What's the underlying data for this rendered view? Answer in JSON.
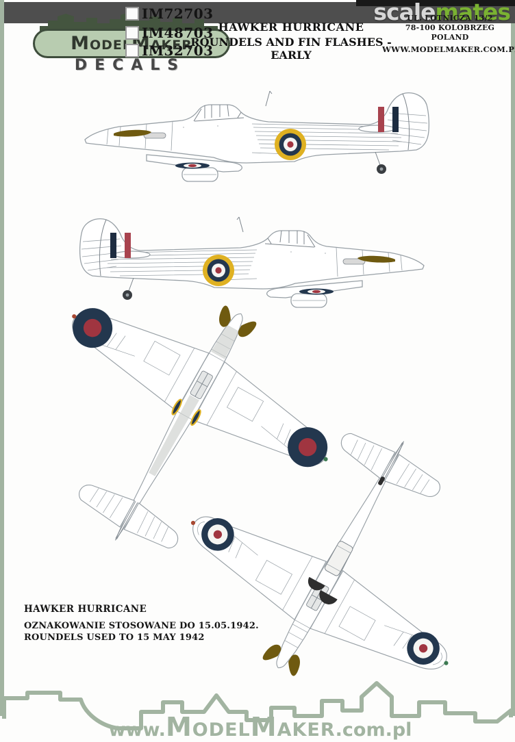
{
  "watermark": {
    "text_gray": "scale",
    "text_green": "mates"
  },
  "logo": {
    "brand": "ModelMaker",
    "subtitle": "DECALS"
  },
  "header": {
    "product_codes": [
      {
        "code": "IM72703"
      },
      {
        "code": "IM48703"
      },
      {
        "code": "IM32703"
      }
    ],
    "title_line1": "HAWKER HURRICANE",
    "title_line2": "ROUNDELS AND FIN FLASHES - EARLY",
    "address_lines": [
      "UL. LOTNICZA 13/2",
      "78-100 KOLOBRZEG",
      "POLAND",
      "WWW.MODELMAKER.COM.PL"
    ]
  },
  "note": {
    "line1": "HAWKER HURRICANE",
    "line2": "OZNAKOWANIE STOSOWANE DO 15.05.1942.",
    "line3": "ROUNDELS USED TO 15 MAY 1942"
  },
  "footer": {
    "url_prefix": "www.",
    "url_brand": "ModelMaker",
    "url_suffix": ".com.pl"
  },
  "figures": [
    {
      "view": "side profile, nose left",
      "markings": "fuselage roundel yellow-blue-white-red, fin flash red-white-blue"
    },
    {
      "view": "side profile, nose right",
      "markings": "fuselage roundel yellow-blue-white-red, fin flash blue-white-red"
    },
    {
      "view": "upper plan view, rotated",
      "markings": "type B wing roundels blue-red"
    },
    {
      "view": "lower plan view, rotated",
      "markings": "type A wing roundels blue-white-red"
    }
  ],
  "colors": {
    "frame_green": "#a2b4a1",
    "logo_green_dark": "#44553f",
    "logo_green_light": "#b8ccb0",
    "band_gray": "#4e4e4e",
    "band_black": "#191919",
    "watermark_gray": "#d7d7d7",
    "watermark_green": "#7ab232",
    "ink": "#1c1c1c",
    "line_art": "#98a0a6",
    "line_art_dark": "#7d858c",
    "roundel_yellow": "#dfb122",
    "roundel_navy": "#23374e",
    "roundel_red": "#a03540",
    "roundel_white": "#f5f5f2",
    "fin_red": "#a8434e",
    "fin_navy": "#1d2c40",
    "prop_brown": "#6f5a10",
    "tyre_dark": "#3a3e42",
    "shade_gray": "#cdd0cd"
  }
}
